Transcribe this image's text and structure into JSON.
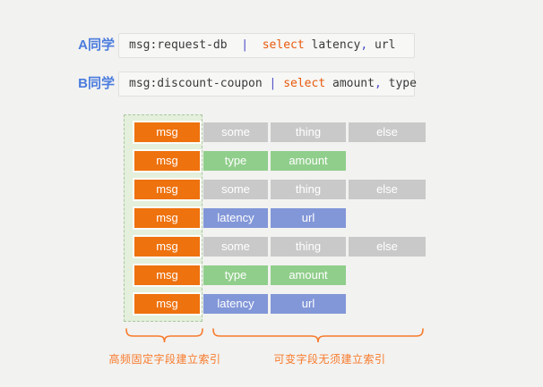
{
  "queries": [
    {
      "label": "A同学",
      "code": "msg:request-db  |  select latency, url",
      "tokens": [
        {
          "text": "msg:request-db  ",
          "cls": "t-dark"
        },
        {
          "text": "|",
          "cls": "t-pipe"
        },
        {
          "text": "  ",
          "cls": "t-dark"
        },
        {
          "text": "select",
          "cls": "t-kw"
        },
        {
          "text": " latency",
          "cls": "t-dark"
        },
        {
          "text": ",",
          "cls": "t-pipe"
        },
        {
          "text": " url",
          "cls": "t-dark"
        }
      ]
    },
    {
      "label": "B同学",
      "code": "msg:discount-coupon | select amount, type",
      "tokens": [
        {
          "text": "msg:discount-coupon ",
          "cls": "t-dark"
        },
        {
          "text": "|",
          "cls": "t-pipe"
        },
        {
          "text": " ",
          "cls": "t-dark"
        },
        {
          "text": "select",
          "cls": "t-kw"
        },
        {
          "text": " amount",
          "cls": "t-dark"
        },
        {
          "text": ",",
          "cls": "t-pipe"
        },
        {
          "text": " type",
          "cls": "t-dark"
        }
      ]
    }
  ],
  "table": {
    "rows": [
      {
        "variant": "gray",
        "cells": [
          "msg",
          "some",
          "thing",
          "else"
        ]
      },
      {
        "variant": "green",
        "cells": [
          "msg",
          "type",
          "amount"
        ]
      },
      {
        "variant": "gray",
        "cells": [
          "msg",
          "some",
          "thing",
          "else"
        ]
      },
      {
        "variant": "blue",
        "cells": [
          "msg",
          "latency",
          "url"
        ]
      },
      {
        "variant": "gray",
        "cells": [
          "msg",
          "some",
          "thing",
          "else"
        ]
      },
      {
        "variant": "green",
        "cells": [
          "msg",
          "type",
          "amount"
        ]
      },
      {
        "variant": "blue",
        "cells": [
          "msg",
          "latency",
          "url"
        ]
      }
    ]
  },
  "annotations": {
    "fixed_fields_label": "高频固定字段建立索引",
    "variable_fields_label": "可变字段无须建立索引"
  },
  "colors": {
    "background": "#f2f2f0",
    "msg_cell": "#ee720e",
    "gray_cell": "#c9c9c9",
    "green_cell": "#90ce8b",
    "blue_cell": "#8297d8",
    "band_background": "#e4efdc",
    "band_border": "#a9c8a0",
    "annotation_orange": "#f87a2b",
    "student_label_blue": "#4a7cde",
    "keyword_orange": "#e8590c",
    "operator_purple": "#4c4cc8"
  }
}
